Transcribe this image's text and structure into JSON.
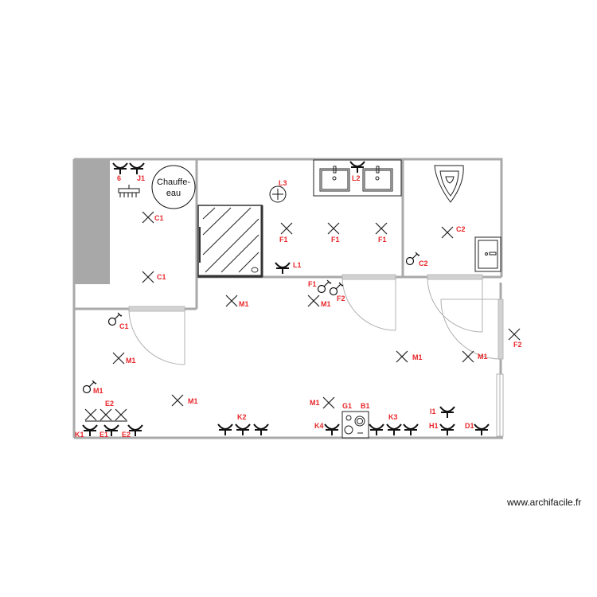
{
  "watermark": "www.archifacile.fr",
  "colors": {
    "wall": "#a9a9a9",
    "label": "#e8262a",
    "symbol": "#111111",
    "door": "#c8c8c8",
    "column": "#a8a8a8"
  },
  "rooms": [
    {
      "name": "technical-room",
      "fixtures": [
        "water-heater"
      ]
    },
    {
      "name": "bathroom",
      "fixtures": [
        "shower",
        "double-sink"
      ]
    },
    {
      "name": "wc",
      "fixtures": [
        "toilet",
        "hand-basin"
      ]
    },
    {
      "name": "living-kitchen",
      "fixtures": [
        "cooktop"
      ]
    }
  ],
  "fixtures": {
    "water_heater_label": "Chauffe-eau",
    "water_heater_line1": "Chauffe-",
    "water_heater_line2": "eau"
  },
  "labels": {
    "tech_outlet_1": "6",
    "tech_outlet_2": "J1",
    "tech_light_1": "C1",
    "tech_light_2": "C1",
    "bath_ceiling": "L3",
    "bath_sink_outlet": "L2",
    "bath_light_1": "F1",
    "bath_light_2": "F1",
    "bath_light_3": "F1",
    "bath_outlet": "L1",
    "wc_light": "C2",
    "wc_switch": "C2",
    "hall_switch_f1": "F1",
    "hall_switch_f2": "F2",
    "hall_light_1": "M1",
    "hall_light_2": "M1",
    "left_switch_c1": "C1",
    "left_light_1": "M1",
    "left_switch_m1": "M1",
    "left_light_2": "M1",
    "center_light": "M1",
    "right_light": "M1",
    "right_f2": "F2",
    "kitchen_light": "M1",
    "e2_top": "E2",
    "k1": "K1",
    "e1": "E1",
    "e2": "E2",
    "k2": "K2",
    "k4": "K4",
    "g1": "G1",
    "b1": "B1",
    "k3": "K3",
    "i1": "I1",
    "h1": "H1",
    "d1": "D1"
  }
}
